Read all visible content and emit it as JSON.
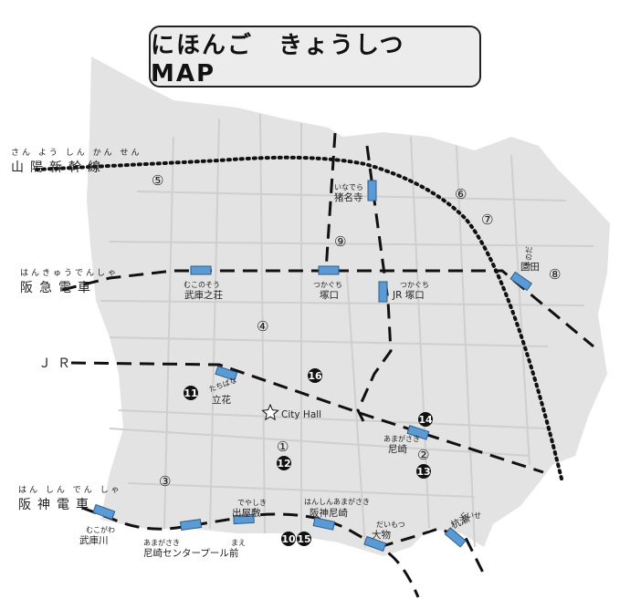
{
  "title": "にほんご　きょうしつ　MAP",
  "lines": [
    {
      "id": "sanyo",
      "name": "山陽新幹線",
      "ruby": "さん よう しん かん せん"
    },
    {
      "id": "hankyu",
      "name": "阪急電車",
      "ruby": "はんきゅうでんしゃ"
    },
    {
      "id": "jr",
      "name": "ＪＲ",
      "ruby": ""
    },
    {
      "id": "hanshin",
      "name": "阪神電車",
      "ruby": "はん しん でん しゃ"
    }
  ],
  "stations": [
    {
      "id": "inadera",
      "name": "猪名寺",
      "ruby": "いなでら"
    },
    {
      "id": "mukonoso",
      "name": "武庫之荘",
      "ruby": "むこのそう"
    },
    {
      "id": "tsukaguchi_hankyu",
      "name": "塚口",
      "ruby": "つかぐち"
    },
    {
      "id": "tsukaguchi_jr",
      "name": "JR 塚口",
      "ruby": "つかぐち"
    },
    {
      "id": "sonoda",
      "name": "園田",
      "ruby": "そのだ"
    },
    {
      "id": "tachibana",
      "name": "立花",
      "ruby": "たちばな"
    },
    {
      "id": "amagasaki_jr",
      "name": "尼崎",
      "ruby": "あまがさき"
    },
    {
      "id": "mukogawa",
      "name": "武庫川",
      "ruby": "むこがわ"
    },
    {
      "id": "center_pool",
      "name": "尼崎センタープール前",
      "ruby": "あまがさき　　　　　　　まえ"
    },
    {
      "id": "deyashiki",
      "name": "出屋敷",
      "ruby": "でやしき"
    },
    {
      "id": "hanshin_amagasaki",
      "name": "阪神尼崎",
      "ruby": "はんしんあまがさき"
    },
    {
      "id": "daimotsu",
      "name": "大物",
      "ruby": "だいもつ"
    },
    {
      "id": "kuise",
      "name": "杭瀬",
      "ruby": "くいせ"
    }
  ],
  "landmarks": [
    {
      "id": "city_hall",
      "label": "City Hall",
      "icon": "star-outline-icon"
    }
  ],
  "markers": [
    {
      "id": "m1",
      "label": "①",
      "style": "outline"
    },
    {
      "id": "m2",
      "label": "②",
      "style": "outline"
    },
    {
      "id": "m3",
      "label": "③",
      "style": "outline"
    },
    {
      "id": "m4",
      "label": "④",
      "style": "outline"
    },
    {
      "id": "m5",
      "label": "⑤",
      "style": "outline"
    },
    {
      "id": "m6",
      "label": "⑥",
      "style": "outline"
    },
    {
      "id": "m7",
      "label": "⑦",
      "style": "outline"
    },
    {
      "id": "m8",
      "label": "⑧",
      "style": "outline"
    },
    {
      "id": "m9",
      "label": "⑨",
      "style": "outline"
    },
    {
      "id": "m10",
      "label": "10",
      "style": "filled"
    },
    {
      "id": "m11",
      "label": "11",
      "style": "filled"
    },
    {
      "id": "m12",
      "label": "12",
      "style": "filled"
    },
    {
      "id": "m13",
      "label": "13",
      "style": "filled"
    },
    {
      "id": "m14",
      "label": "14",
      "style": "filled"
    },
    {
      "id": "m15",
      "label": "15",
      "style": "filled"
    },
    {
      "id": "m16",
      "label": "16",
      "style": "filled"
    }
  ],
  "colors": {
    "land": "#e3e3e3",
    "street": "#cfcfcf",
    "rail": "#111111",
    "station_fill": "#5b9bd5",
    "station_stroke": "#2e5d8a",
    "marker_fill": "#111111"
  }
}
